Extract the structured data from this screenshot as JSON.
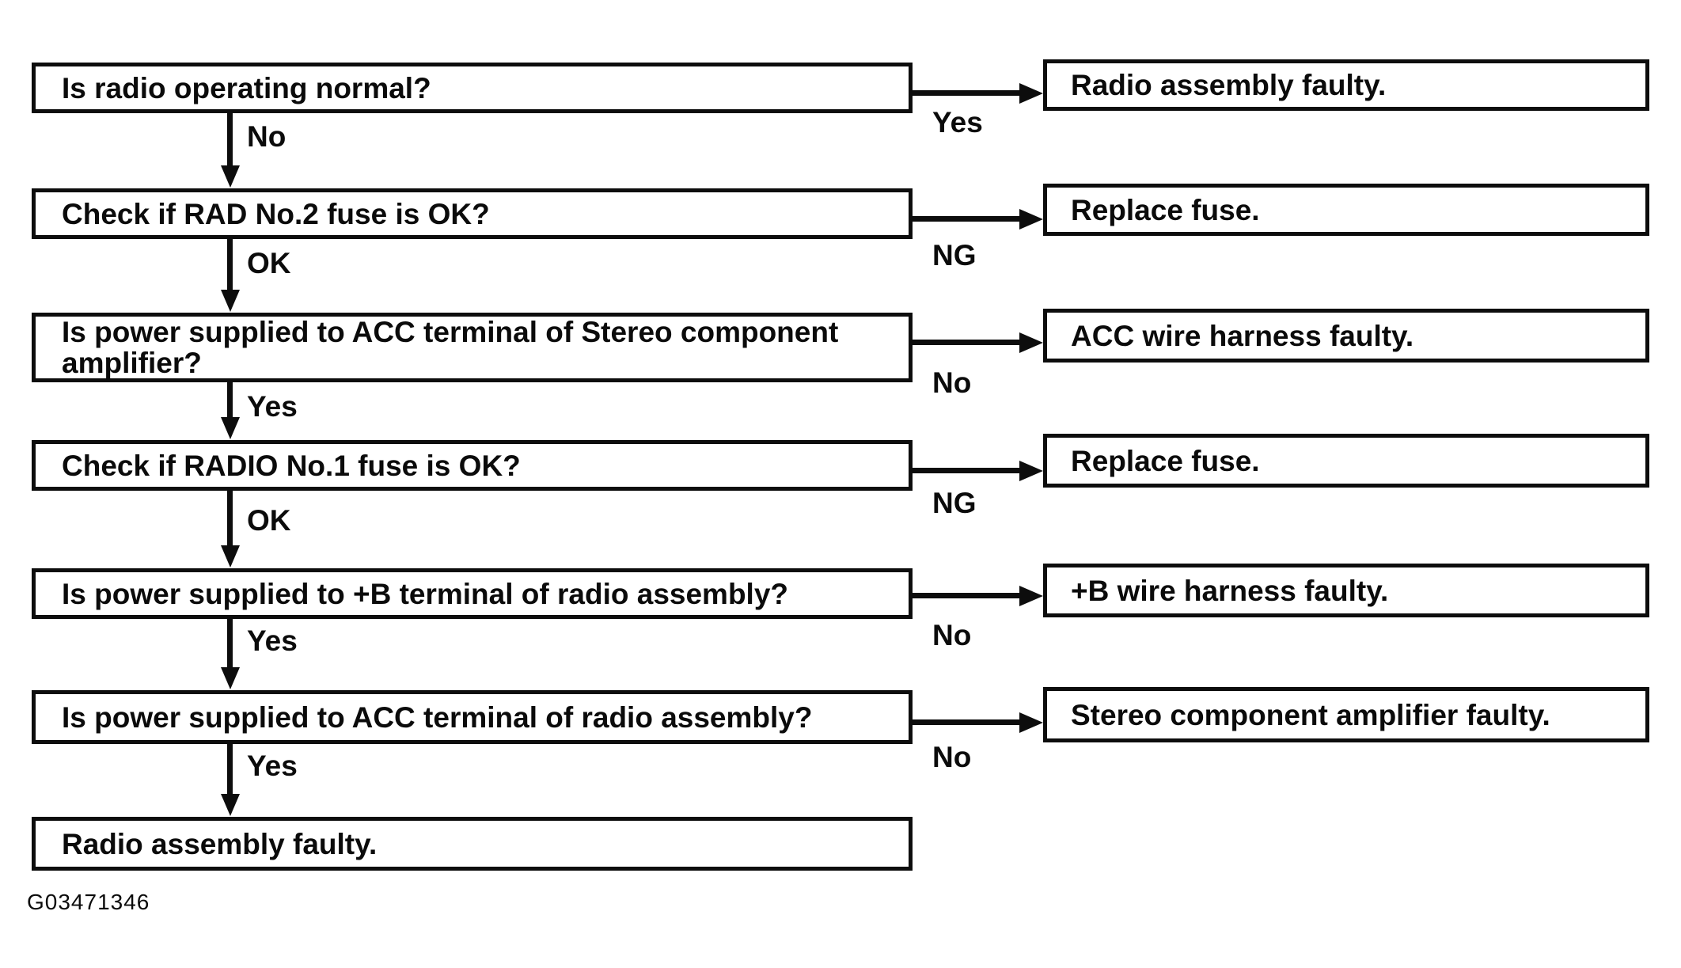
{
  "figure": {
    "code": "G03471346"
  },
  "colors": {
    "ink": "#0d0d0d",
    "paper": "#ffffff"
  },
  "flow": {
    "steps": [
      {
        "lines": [
          "Is radio operating normal?"
        ],
        "down": "No",
        "side": "Yes",
        "result": "Radio assembly faulty."
      },
      {
        "lines": [
          "Check if RAD No.2 fuse is OK?"
        ],
        "down": "OK",
        "side": "NG",
        "result": "Replace fuse."
      },
      {
        "lines": [
          "Is power supplied to ACC terminal of Stereo component",
          "amplifier?"
        ],
        "down": "Yes",
        "side": "No",
        "result": "ACC wire harness faulty."
      },
      {
        "lines": [
          "Check if RADIO No.1 fuse is OK?"
        ],
        "down": "OK",
        "side": "NG",
        "result": "Replace fuse."
      },
      {
        "lines": [
          "Is power supplied to +B terminal of radio assembly?"
        ],
        "down": "Yes",
        "side": "No",
        "result": "+B wire harness faulty."
      },
      {
        "lines": [
          "Is power supplied to ACC terminal of radio assembly?"
        ],
        "down": "Yes",
        "side": "No",
        "result": "Stereo component amplifier faulty."
      }
    ],
    "final": "Radio assembly faulty."
  }
}
